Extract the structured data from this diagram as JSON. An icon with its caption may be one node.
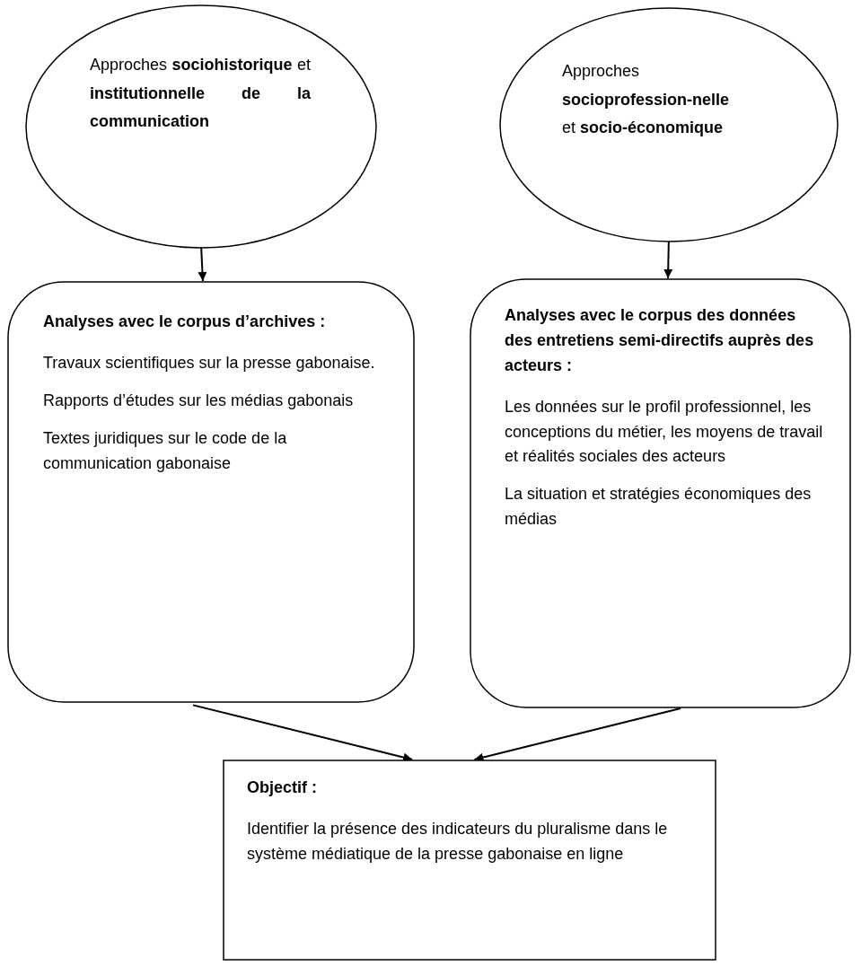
{
  "diagram": {
    "nodes": [
      {
        "text": [
          "Approches **sociohistorique** et **institutionnelle de la communication**"
        ]
      },
      {
        "text": [
          "Approches **socioprofession-nelle** et **socio-économique**"
        ]
      },
      {
        "text": [
          "Analyses avec le corpus d’archives :",
          "Travaux scientifiques sur la presse gabonaise.",
          "Rapports d’études sur les médias gabonais",
          "Textes juridiques sur le code de la communication gabonaise"
        ]
      },
      {
        "text": [
          "Analyses avec le corpus des données des entretiens semi-directifs auprès des acteurs :",
          "Les données sur le profil professionnel, les conceptions du métier, les moyens de travail et réalités sociales des acteurs",
          "La situation et stratégies économiques des médias"
        ]
      },
      {
        "text": [
          "Objectif :",
          "Identifier la présence des indicateurs du pluralisme dans le système médiatique de la presse gabonaise en ligne"
        ]
      }
    ],
    "edges": [
      {
        "from": 0,
        "to": 2,
        "arrow": "to"
      },
      {
        "from": 1,
        "to": 3,
        "arrow": "to"
      },
      {
        "from": 2,
        "to": 4,
        "arrow": "to"
      },
      {
        "from": 3,
        "to": 4,
        "arrow": "to"
      }
    ]
  }
}
